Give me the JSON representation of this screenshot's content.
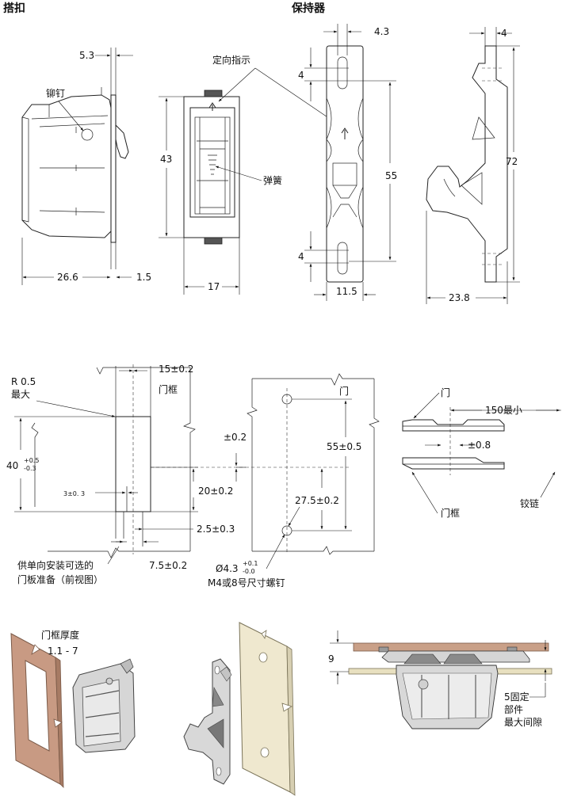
{
  "headers": {
    "catch": "搭扣",
    "keeper": "保持器"
  },
  "labels": {
    "rivet": "铆钉",
    "orientation": "定向指示",
    "spring": "弹簧",
    "door_frame": "门框",
    "door": "门",
    "r_label": "R 0.5",
    "r_max": "最大",
    "prep_line1": "供单向安装可选的",
    "prep_line2": "门板准备（前视图）",
    "screw_dia": "Ø4.3",
    "screw_tol_up": "+0.1",
    "screw_tol_dn": "-0.0",
    "screw_note": "M4或8号尺寸螺钉",
    "hinge": "铰链",
    "frame_thickness": "门框厚度",
    "frame_thickness_val": "1.1 - 7",
    "gap_line1": "5固定",
    "gap_line2": "部件",
    "gap_line3": "最大间隙"
  },
  "dims": {
    "d5_3": "5.3",
    "d26_6": "26.6",
    "d1_5": "1.5",
    "d43": "43",
    "d17": "17",
    "d4_3": "4.3",
    "d4_top": "4",
    "d55": "55",
    "d4_bot": "4",
    "d11_5": "11.5",
    "d4_side": "4",
    "d72": "72",
    "d23_8": "23.8",
    "d15": "15±0.2",
    "d40": "40",
    "d40_up": "+0.5",
    "d40_dn": "-0.3",
    "d3": "3±0. 3",
    "d20": "20±0.2",
    "d2_5": "2.5±0.3",
    "d7_5": "7.5±0.2",
    "d0_2": "±0.2",
    "d55b": "55±0.5",
    "d27_5": "27.5±0.2",
    "d150": "150最小",
    "d0_8": "±0.8",
    "d9": "9"
  }
}
